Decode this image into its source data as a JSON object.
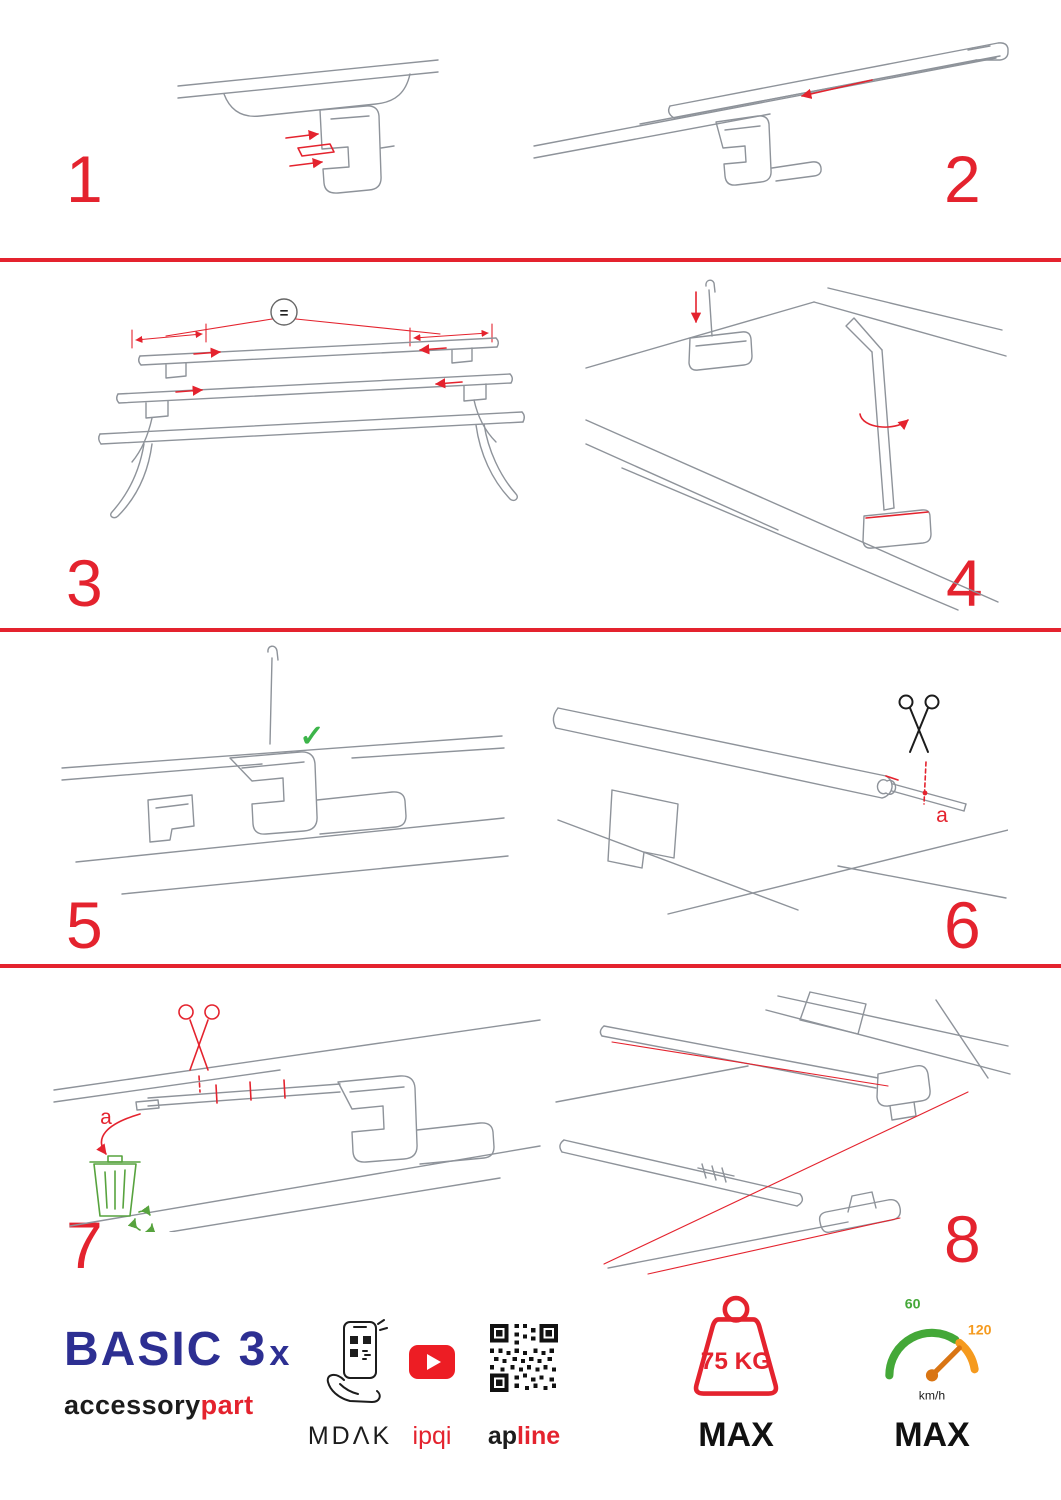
{
  "colors": {
    "accent_red": "#e4232e",
    "line_gray": "#8e939a",
    "brand_navy": "#2d2f92",
    "check_green": "#3db54a",
    "bin_green": "#57a33e",
    "gauge_green": "#44a838",
    "gauge_orange": "#f59a1e",
    "needle_orange": "#d97514",
    "youtube_red": "#ed1d24"
  },
  "steps": [
    {
      "number": "1"
    },
    {
      "number": "2"
    },
    {
      "number": "3"
    },
    {
      "number": "4"
    },
    {
      "number": "5"
    },
    {
      "number": "6"
    },
    {
      "number": "7"
    },
    {
      "number": "8"
    }
  ],
  "annotations": {
    "equals": "=",
    "check": "✓",
    "label_a": "a"
  },
  "footer": {
    "brand_name": "BASIC 3",
    "brand_multiplier": "x",
    "brand_sub_primary": "accessory",
    "brand_sub_accent": "part",
    "partner_mdak": "MDΛK",
    "partner_ipqi": "ipqi",
    "partner_apline_primary": "ap",
    "partner_apline_accent": "line",
    "weight_value": "75 KG",
    "weight_max": "MAX",
    "speed_low": "60",
    "speed_high": "120",
    "speed_unit": "km/h",
    "speed_max": "MAX"
  }
}
